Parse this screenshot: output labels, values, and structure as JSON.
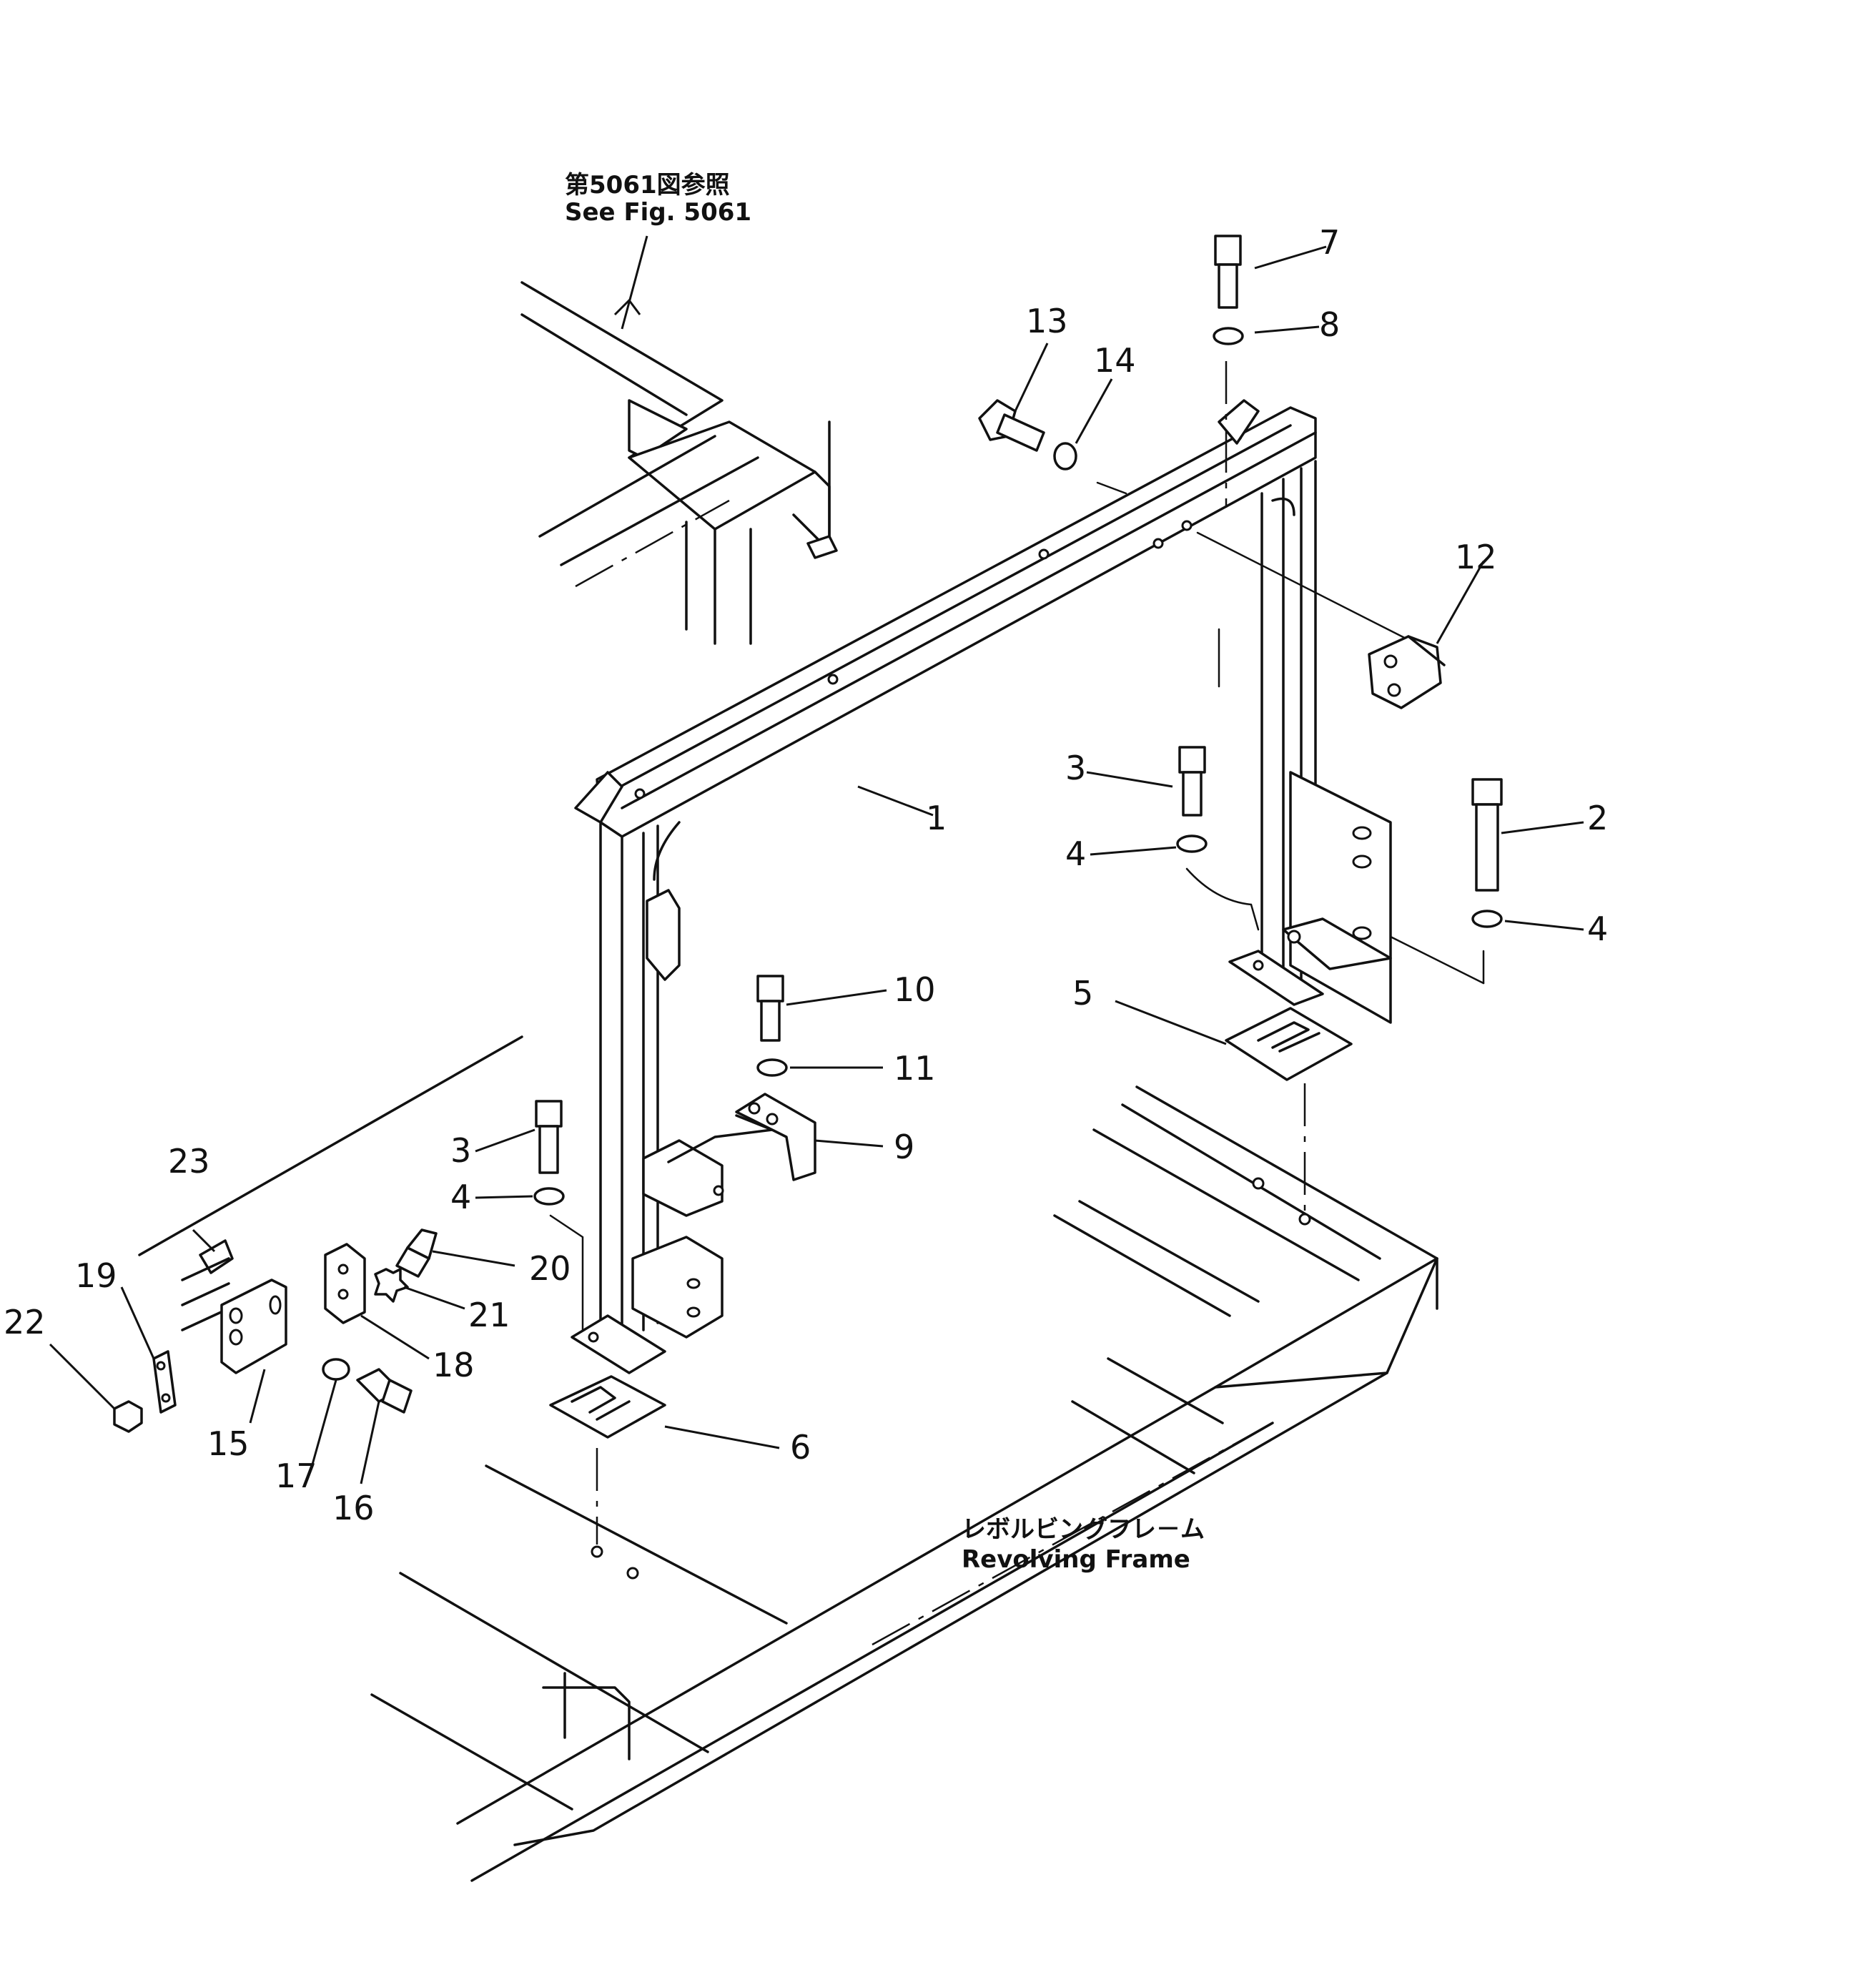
{
  "notes": {
    "ref_jp": "第5061図参照",
    "ref_en": "See  Fig.  5061",
    "frame_jp": "レボルビングフレ－ム",
    "frame_en": "Revolving  Frame"
  },
  "callouts": [
    "1",
    "2",
    "3",
    "3",
    "4",
    "4",
    "4",
    "5",
    "6",
    "7",
    "8",
    "9",
    "10",
    "11",
    "12",
    "13",
    "14",
    "15",
    "16",
    "17",
    "18",
    "19",
    "20",
    "21",
    "22",
    "23"
  ]
}
